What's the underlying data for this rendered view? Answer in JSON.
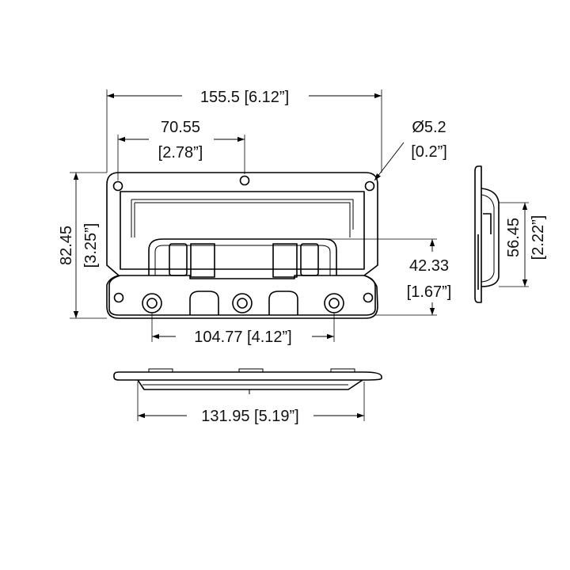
{
  "dimensions": {
    "overall_width": "155.5 [6.12”]",
    "hole_spacing": "70.55",
    "hole_spacing_imperial": "[2.78”]",
    "hole_diameter": "Ø5.2",
    "hole_diameter_imperial": "[0.2”]",
    "overall_height": "82.45",
    "overall_height_imperial": "[3.25”]",
    "handle_height": "42.33",
    "handle_height_imperial": "[1.67”]",
    "pivot_spacing": "104.77 [4.12”]",
    "side_depth": "56.45",
    "side_depth_imperial": "[2.22”]",
    "bottom_width": "131.95 [5.19”]"
  },
  "colors": {
    "line": "#000000",
    "text": "#111111",
    "background": "#ffffff"
  }
}
